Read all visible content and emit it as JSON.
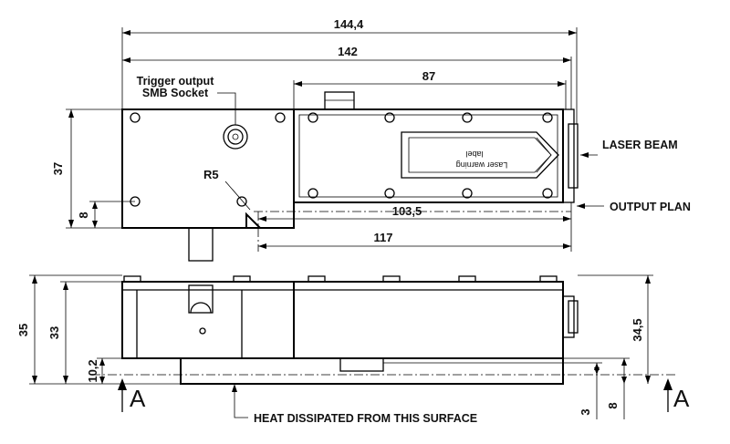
{
  "dimensions": {
    "overall_length_with_flange": "144,4",
    "body_length": "142",
    "laser_section_length": "87",
    "height_top_view": "37",
    "mount_offset": "8",
    "corner_radius": "R5",
    "beam_to_output_plane": "103,5",
    "total_to_output_plane": "117",
    "total_height": "35",
    "body_height": "33",
    "base_height": "10,2",
    "beam_height": "34,5",
    "slot_depth": "3",
    "slot_height": "8"
  },
  "callouts": {
    "trigger_line1": "Trigger output",
    "trigger_line2": "SMB Socket",
    "laser_beam": "LASER BEAM",
    "output_plan": "OUTPUT PLAN",
    "heat": "HEAT DISSIPATED FROM THIS SURFACE",
    "section_left": "A",
    "section_right": "A"
  },
  "label_plate": {
    "line1": "Laser warning",
    "line2": "label"
  }
}
